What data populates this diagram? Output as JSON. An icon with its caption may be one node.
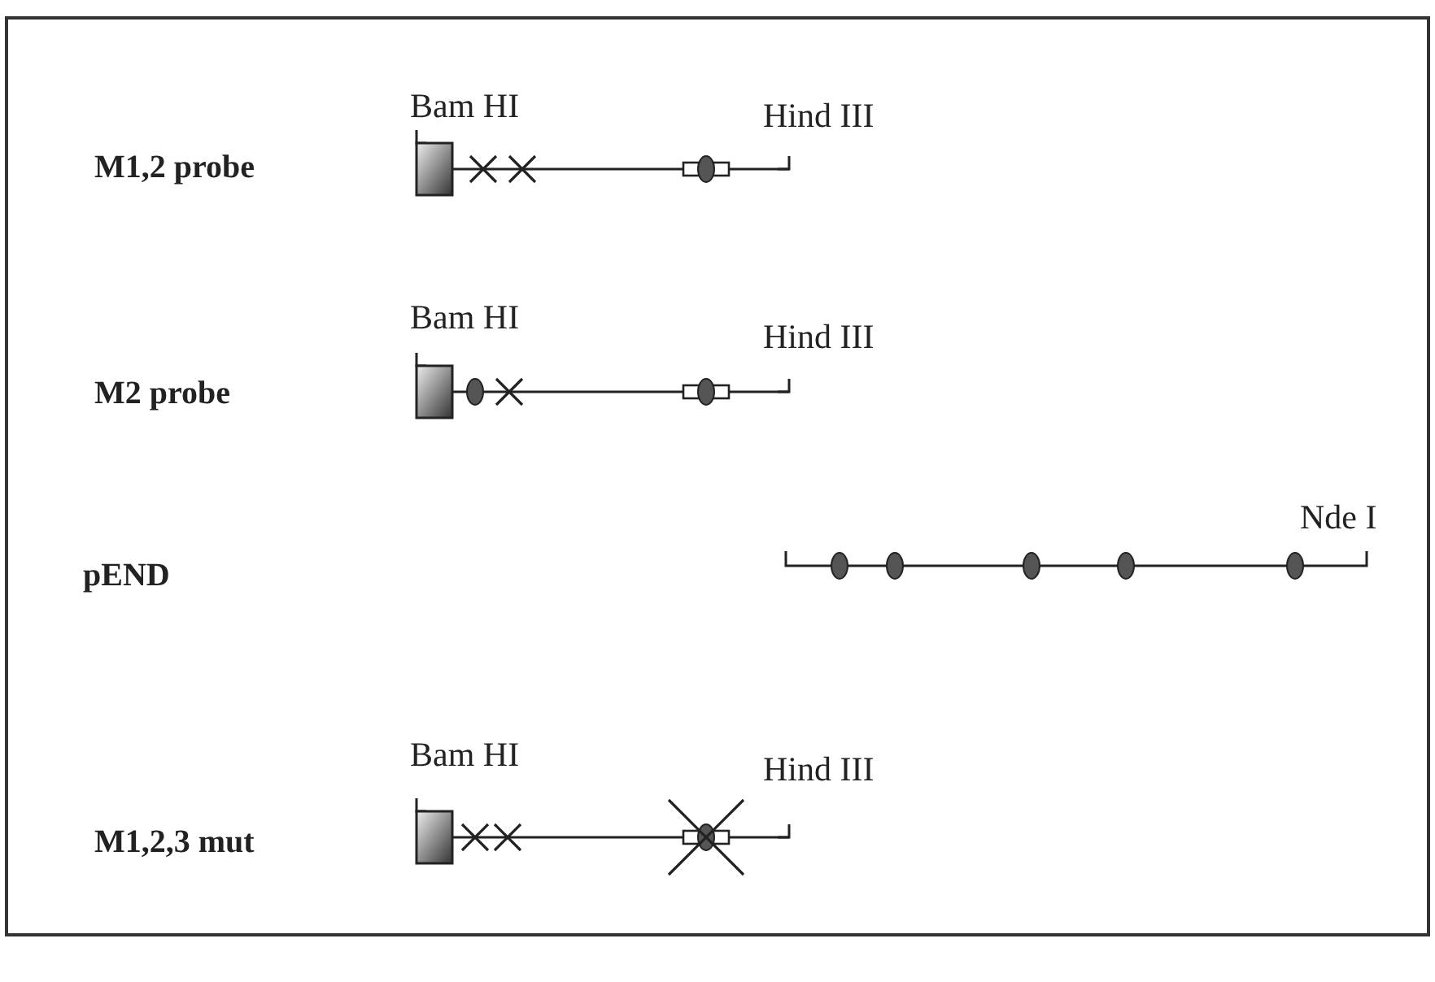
{
  "diagram": {
    "labels": [
      "Bam HI",
      "Hind III",
      "M1,2 probe",
      "Bam HI",
      "Hind III",
      "M2 probe",
      "Nde I",
      "pEND",
      "Bam HI",
      "Hind III",
      "M1,2,3 mut"
    ]
  }
}
